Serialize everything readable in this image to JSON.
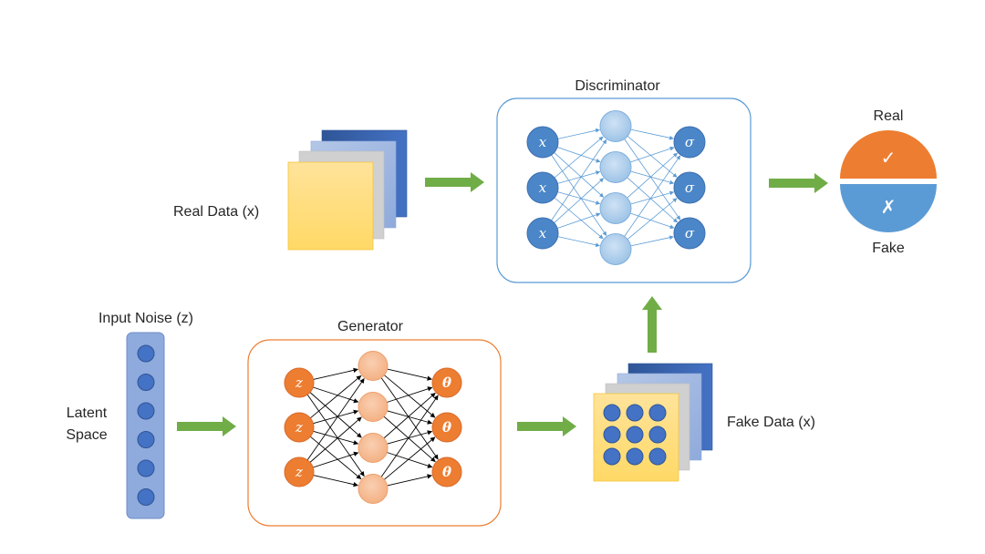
{
  "labels": {
    "discriminator": "Discriminator",
    "generator": "Generator",
    "real_data": "Real Data (x)",
    "fake_data": "Fake Data (x)",
    "input_noise": "Input Noise (z)",
    "latent_line1": "Latent",
    "latent_line2": "Space",
    "real": "Real",
    "fake": "Fake"
  },
  "discriminator_net": {
    "input_symbol": "x",
    "output_symbol": "σ",
    "layers": [
      3,
      4,
      3
    ]
  },
  "generator_net": {
    "input_symbol": "z",
    "output_symbol": "θ",
    "layers": [
      3,
      4,
      3
    ]
  },
  "output_marks": {
    "real_mark": "✓",
    "fake_mark": "✗"
  },
  "latent_vector_size": 6,
  "fake_sample_grid": [
    3,
    3
  ],
  "colors": {
    "disc_node": "#4472c4",
    "disc_hidden": "#9dc3e6",
    "disc_edge": "#5b9bd5",
    "gen_node": "#ed7d31",
    "gen_hidden": "#f4b183",
    "arrow": "#70ad47",
    "real_half": "#ed7d31",
    "fake_half": "#5b9bd5",
    "data_yellow": "#ffd966"
  }
}
